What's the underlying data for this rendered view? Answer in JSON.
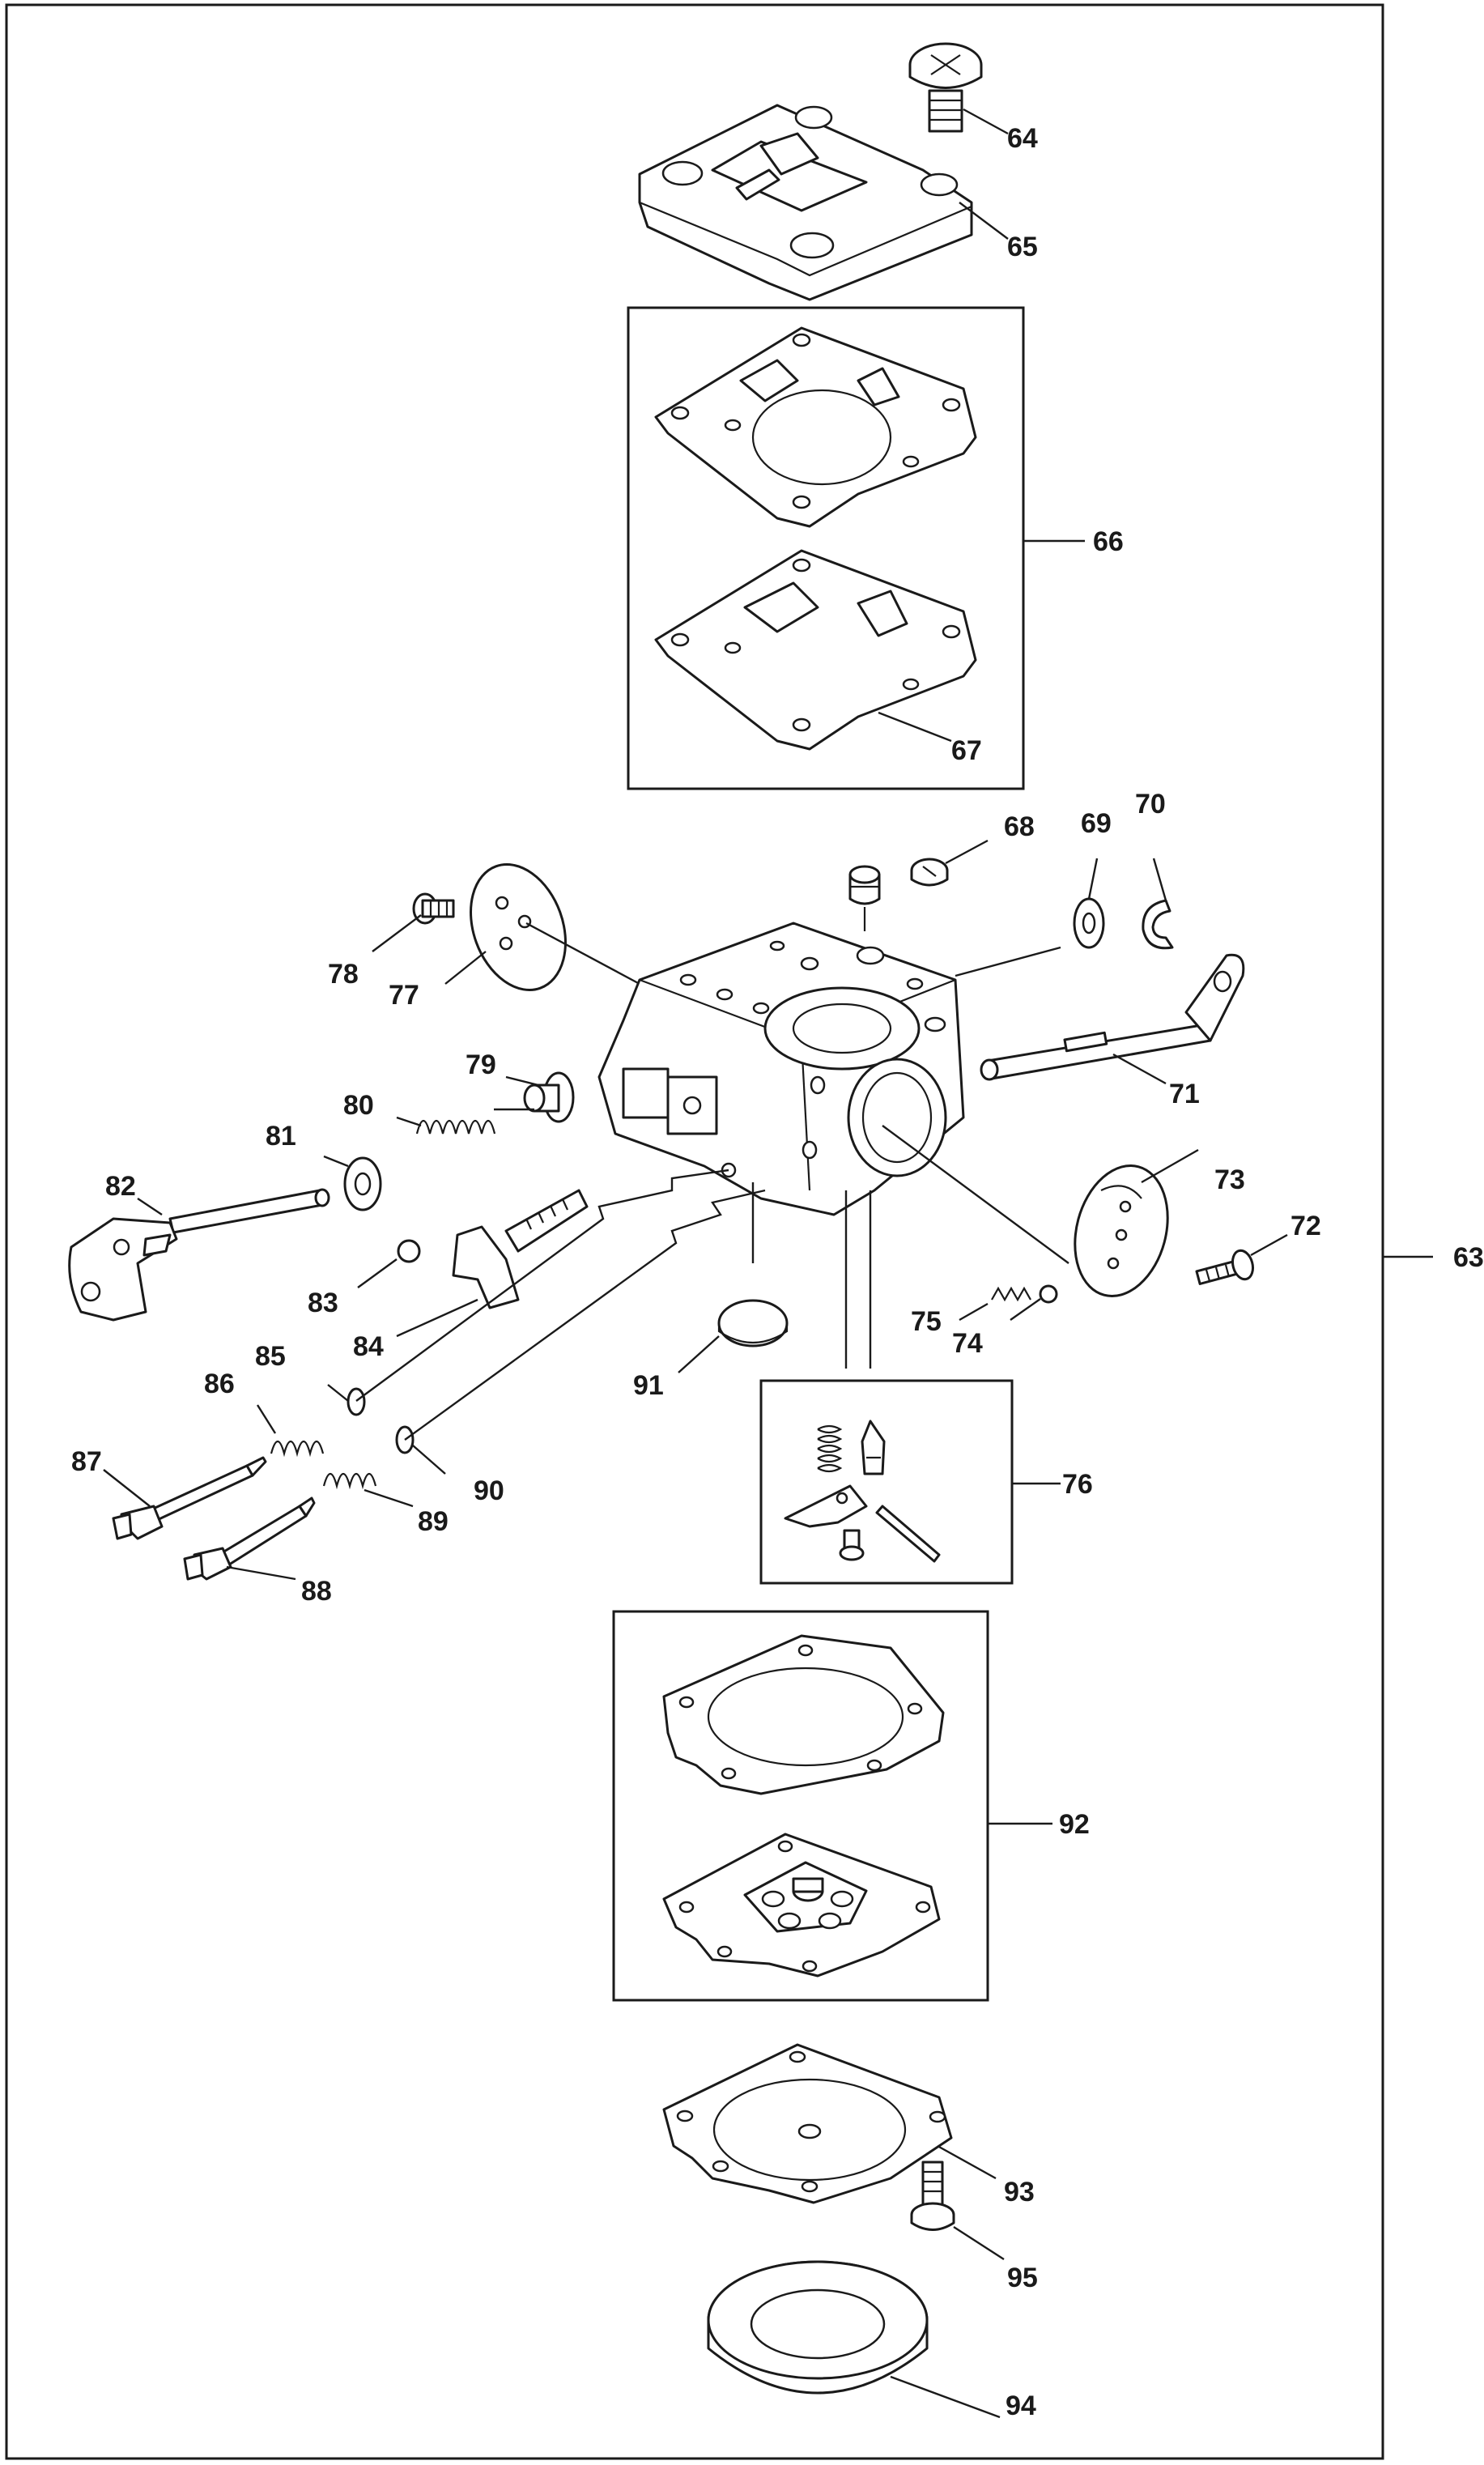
{
  "callouts": {
    "c63": "63",
    "c64": "64",
    "c65": "65",
    "c66": "66",
    "c67": "67",
    "c68": "68",
    "c69": "69",
    "c70": "70",
    "c71": "71",
    "c72": "72",
    "c73": "73",
    "c74": "74",
    "c75": "75",
    "c76": "76",
    "c77": "77",
    "c78": "78",
    "c79": "79",
    "c80": "80",
    "c81": "81",
    "c82": "82",
    "c83": "83",
    "c84": "84",
    "c85": "85",
    "c86": "86",
    "c87": "87",
    "c88": "88",
    "c89": "89",
    "c90": "90",
    "c91": "91",
    "c92": "92",
    "c93": "93",
    "c94": "94",
    "c95": "95"
  },
  "colors": {
    "line": "#1a1a1a",
    "background": "#ffffff"
  }
}
